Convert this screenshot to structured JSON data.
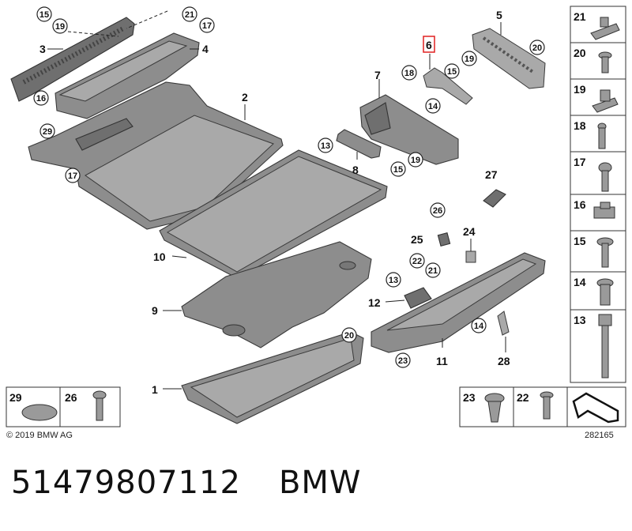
{
  "copyright": "© 2019 BMW AG",
  "diagram_number": "282165",
  "part_number": "51479807112",
  "brand": "BMW",
  "highlighted_callout": "6",
  "highlight_color": "#e02020",
  "callouts": {
    "c1": "1",
    "c2": "2",
    "c3": "3",
    "c4": "4",
    "c5": "5",
    "c6": "6",
    "c7": "7",
    "c8": "8",
    "c9": "9",
    "c10": "10",
    "c11": "11",
    "c12": "12",
    "c13a": "13",
    "c13b": "13",
    "c14a": "14",
    "c14b": "14",
    "c15a": "15",
    "c15b": "15",
    "c15c": "15",
    "c16": "16",
    "c17a": "17",
    "c17b": "17",
    "c18": "18",
    "c19a": "19",
    "c19b": "19",
    "c19c": "19",
    "c20a": "20",
    "c20b": "20",
    "c21a": "21",
    "c21b": "21",
    "c22": "22",
    "c23": "23",
    "c24": "24",
    "c25": "25",
    "c26": "26",
    "c27": "27",
    "c28": "28",
    "c29": "29"
  },
  "hardware_panel": {
    "right_column": [
      "21",
      "20",
      "19",
      "18",
      "17",
      "16",
      "15",
      "14",
      "13"
    ],
    "bottom_left": [
      "29",
      "26"
    ],
    "bottom_right": [
      "23",
      "22"
    ]
  }
}
